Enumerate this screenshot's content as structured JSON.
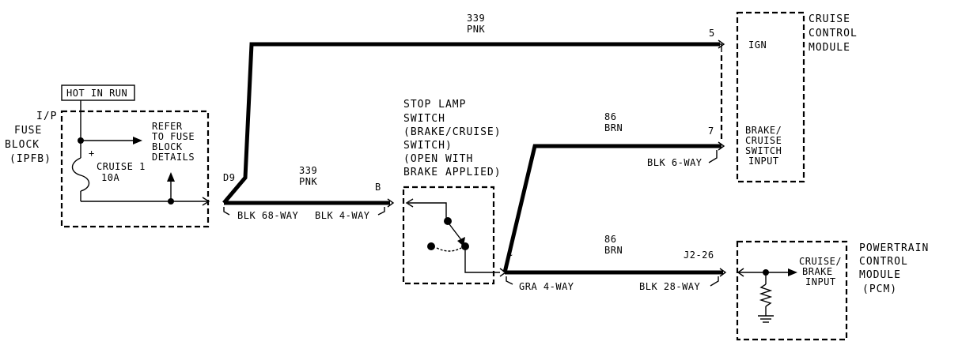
{
  "labels": {
    "hot_in_run": "HOT IN RUN",
    "fuse_block": [
      "I/P",
      "FUSE",
      "BLOCK",
      "(IPFB)"
    ],
    "refer": [
      "REFER",
      "TO FUSE",
      "BLOCK",
      "DETAILS"
    ],
    "fuse_name": "CRUISE 1",
    "fuse_rating": "10A",
    "fuse_pin": "D9",
    "stop_lamp": [
      "STOP LAMP",
      "SWITCH",
      "(BRAKE/CRUISE)",
      "SWITCH)",
      "(OPEN WITH",
      "BRAKE APPLIED)"
    ],
    "cruise_module": [
      "CRUISE",
      "CONTROL",
      "MODULE"
    ],
    "ign": "IGN",
    "brake_input": [
      "BRAKE/",
      "CRUISE",
      "SWITCH",
      "INPUT"
    ],
    "pcm": [
      "POWERTRAIN",
      "CONTROL",
      "MODULE",
      "(PCM)"
    ],
    "pcm_input": [
      "CRUISE/",
      "BRAKE",
      "INPUT"
    ]
  },
  "wires": {
    "top": {
      "circuit": "339",
      "color": "PNK",
      "pin": "5"
    },
    "mid": {
      "circuit": "339",
      "color": "PNK",
      "pin": "B"
    },
    "brn_upper": {
      "circuit": "86",
      "color": "BRN",
      "pin": "7"
    },
    "brn_lower": {
      "circuit": "86",
      "color": "BRN",
      "pin": "J2-26",
      "switch_pin": "C"
    }
  },
  "connectors": {
    "blk68": "BLK 68-WAY",
    "blk4": "BLK 4-WAY",
    "blk6": "BLK 6-WAY",
    "gra4": "GRA 4-WAY",
    "blk28": "BLK 28-WAY"
  }
}
